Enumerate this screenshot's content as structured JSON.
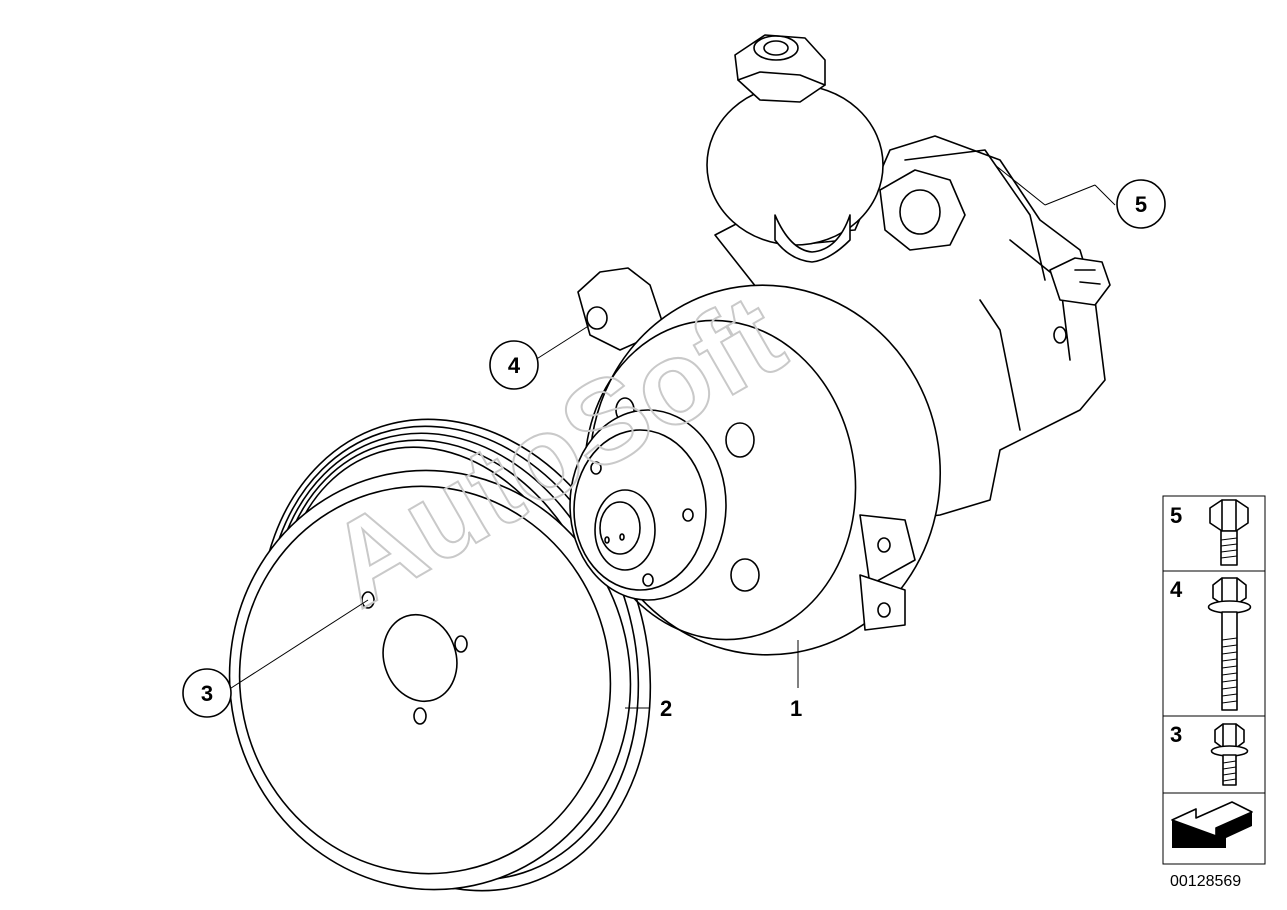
{
  "watermark": "AutoSoft",
  "diagram_number": "00128569",
  "callouts": {
    "c1": "1",
    "c2": "2",
    "c3": "3",
    "c4": "4",
    "c5": "5"
  },
  "legend": {
    "row5": "5",
    "row4": "4",
    "row3": "3"
  },
  "colors": {
    "line": "#000000",
    "background": "#ffffff",
    "watermark": "#c9c9c9"
  }
}
